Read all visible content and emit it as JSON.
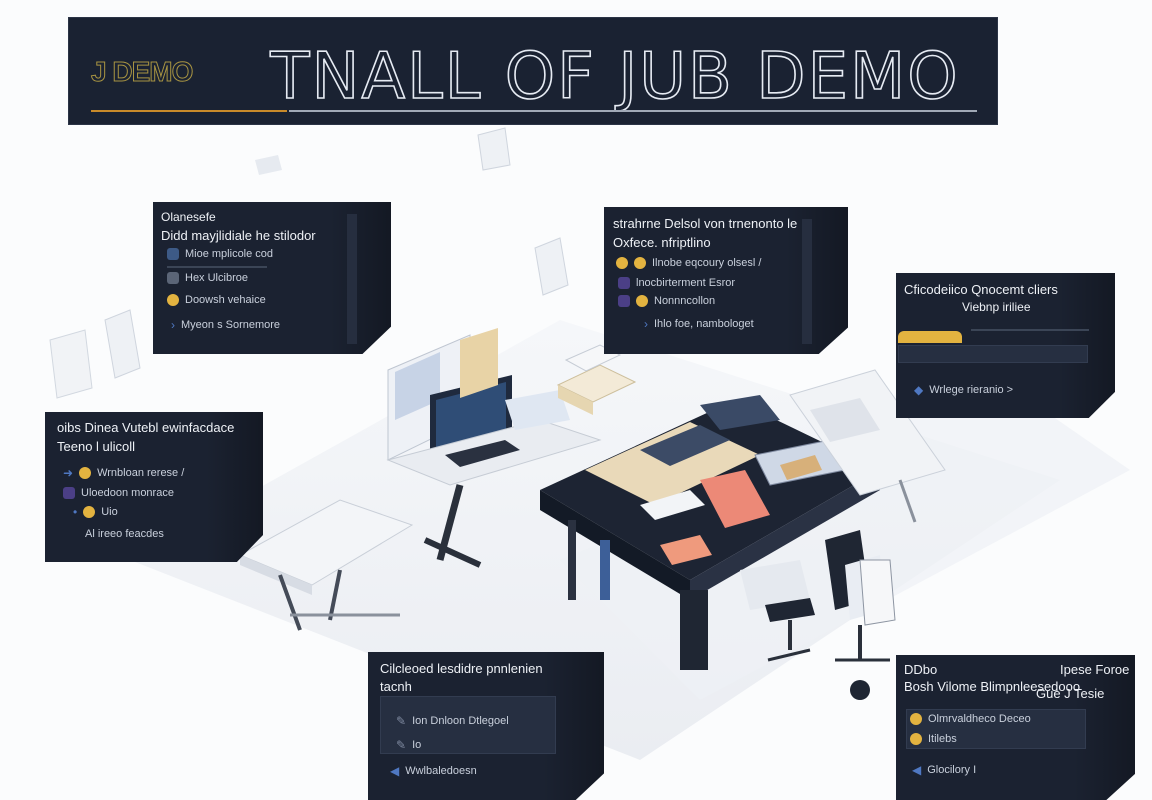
{
  "banner": {
    "badge": "J DEMO",
    "title": "TNALL OF JUB DEMO",
    "accent": "#c88a2a"
  },
  "panels": {
    "p1": {
      "line1": "Olanesefe",
      "line2": "Didd mayjlidiale he stilodor",
      "rows": [
        "Mioe mplicole cod",
        "Hex Ulcibroe",
        "Doowsh vehaice",
        "Myeon s Sornemore"
      ]
    },
    "p2": {
      "line1": "strahrne Delsol von trnenonto le",
      "line2": "Oxfece. nfriptlino",
      "rows": [
        "Ilnobe eqcoury olsesl /",
        "lnocbirterment Esror",
        "Nonnncollon",
        "Ihlo foe, nambologet"
      ]
    },
    "p3": {
      "line1": "Cficodeiico  Qnocemt cliers",
      "line2": "Viebnp iriliee",
      "rows": [
        "Wrlege rieranio >"
      ]
    },
    "p4": {
      "line1": "oibs Dinea Vutebl ewinfacdace",
      "line2": "Teeno l ulicoll",
      "rows": [
        "Wrnbloan rerese /",
        "Uloedoon monrace",
        "Uio",
        "Al ireeo feacdes"
      ]
    },
    "p5": {
      "line1": "Cilcleoed lesdidre pnnlenien",
      "line2": "tacnh",
      "rows": [
        "Ion Dnloon  Dtlegoel",
        "Io",
        "Wwlbaledoesn"
      ]
    },
    "p6": {
      "line1": "DDbo",
      "line1b": "Ipese Foroe",
      "line2": "Bosh  Vilome Blimpnleesedooo",
      "line2b": "Gue J Tesie",
      "rows": [
        "Olmrvaldheco Deceo",
        "Itilebs",
        "Glocilory I"
      ]
    }
  }
}
